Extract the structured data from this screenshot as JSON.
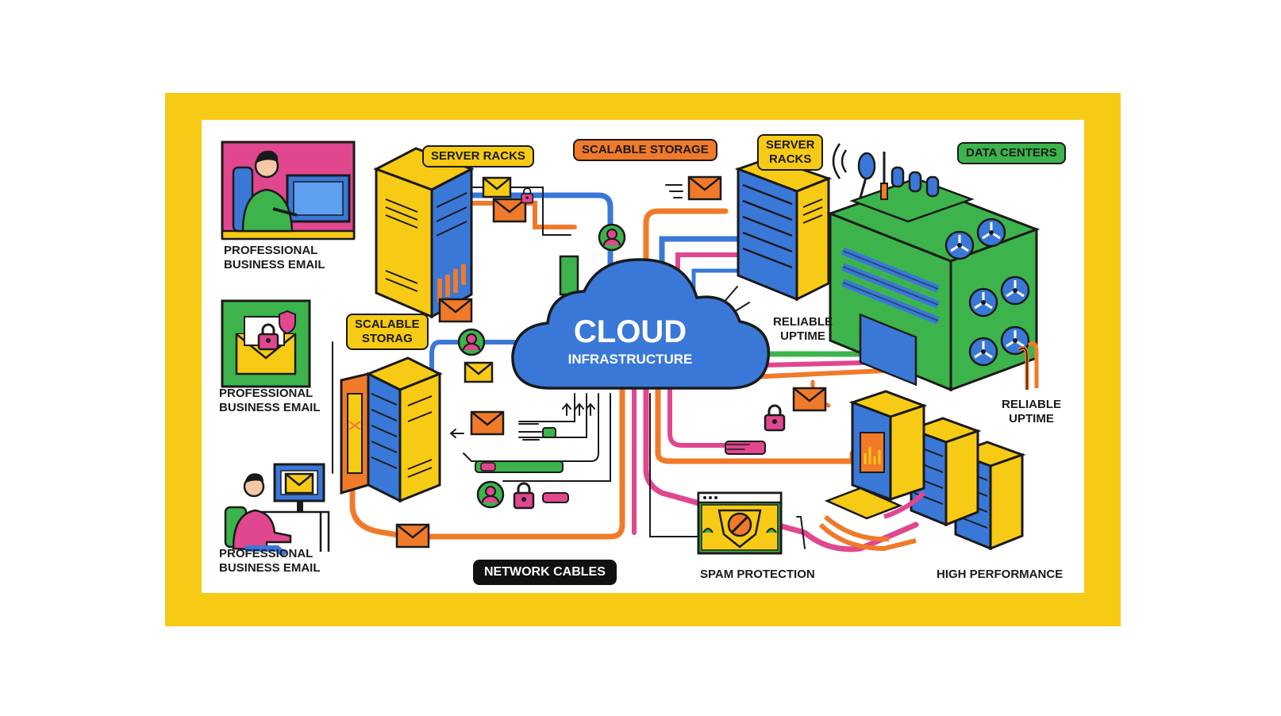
{
  "labels": {
    "pro_email_1": [
      "PROFESSIONAL",
      "BUSINESS EMAIL"
    ],
    "pro_email_2": [
      "PROFESSIONAL",
      "BUSINESS EMAIL"
    ],
    "pro_email_3": [
      "PROFESSIONAL",
      "BUSINESS EMAIL"
    ],
    "server_racks_1": "SERVER RACKS",
    "scalable_storage_1": "SCALABLE STORAGE",
    "server_racks_2": [
      "SERVER",
      "RACKS"
    ],
    "data_centers": "DATA CENTERS",
    "scalable_storage_2": [
      "SCALABLE",
      "STORAG"
    ],
    "reliable_uptime_1": [
      "RELIABLE",
      "UPTIME"
    ],
    "reliable_uptime_2": [
      "RELIABLE",
      "UPTIME"
    ],
    "network_cables": "NETWORK CABLES",
    "spam_protection": "SPAM PROTECTION",
    "high_performance": "HIGH PERFORMANCE"
  },
  "cloud": {
    "title": "CLOUD",
    "subtitle": "INFRASTRUCTURE"
  },
  "colors": {
    "frame": "#F7CB15",
    "blue": "#3A78D8",
    "orange": "#F07A2A",
    "green": "#3CB44B",
    "pink": "#E0478E",
    "yellow": "#F7CB15",
    "outline": "#1a1a1a"
  },
  "icons": [
    "person-at-computer-icon",
    "locked-envelope-icon",
    "server-rack-icon",
    "envelope-icon",
    "padlock-icon",
    "user-icon",
    "antenna-icon",
    "fan-icon",
    "shield-icon",
    "cloud-icon"
  ]
}
